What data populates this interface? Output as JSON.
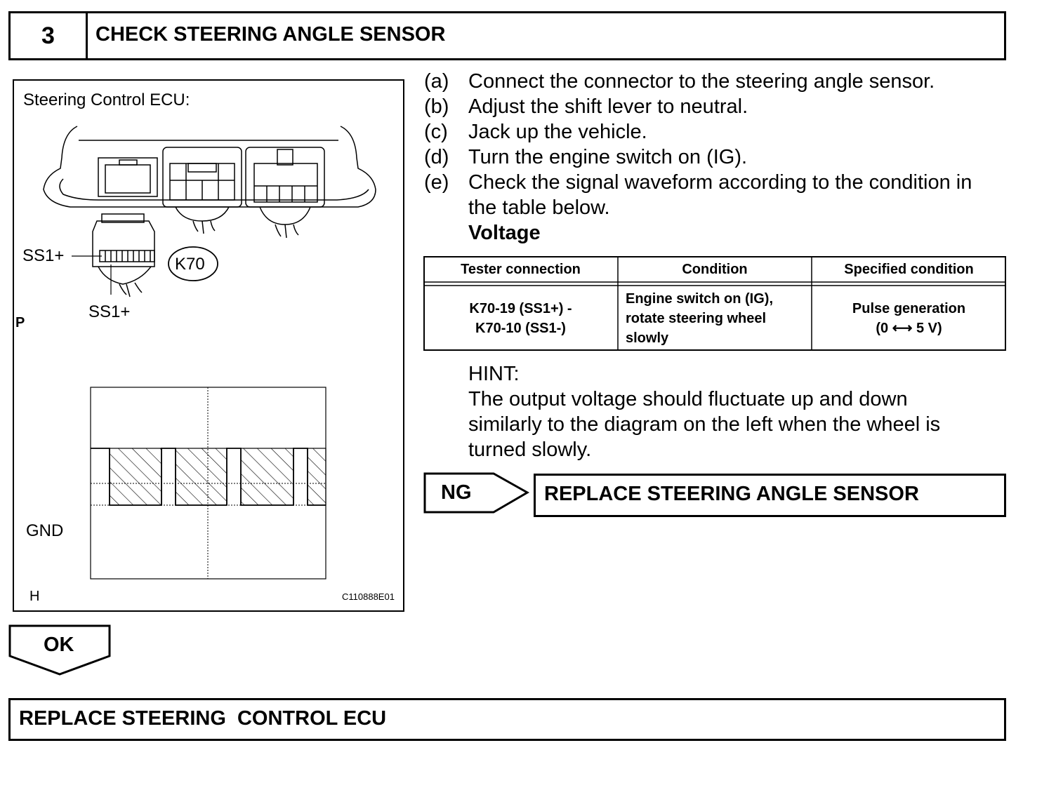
{
  "header": {
    "step_number": "3",
    "title": "CHECK STEERING ANGLE SENSOR"
  },
  "illustration": {
    "title": "Steering Control ECU:",
    "pin_label_top": "SS1+",
    "pin_label_bottom": "SS1+",
    "connector_id": "K70",
    "marker_p": "P",
    "gnd_label": "GND",
    "marker_h": "H",
    "figure_code": "C110888E01"
  },
  "steps": [
    {
      "letter": "(a)",
      "text": "Connect the connector to the steering angle sensor."
    },
    {
      "letter": "(b)",
      "text": "Adjust the shift lever to neutral."
    },
    {
      "letter": "(c)",
      "text": "Jack up the vehicle."
    },
    {
      "letter": "(d)",
      "text": "Turn the engine switch on (IG)."
    },
    {
      "letter": "(e)",
      "text": "Check the signal waveform according to the condition in",
      "text2": "the table below."
    }
  ],
  "table_heading": "Voltage",
  "table": {
    "headers": [
      "Tester connection",
      "Condition",
      "Specified condition"
    ],
    "row": {
      "tester_1": "K70-19 (SS1+) -",
      "tester_2": "K70-10 (SS1-)",
      "condition_1": "Engine switch on (IG),",
      "condition_2": "rotate steering wheel",
      "condition_3": "slowly",
      "spec_1": "Pulse generation",
      "spec_2": "(0 ⟷ 5 V)"
    }
  },
  "hint": {
    "label": "HINT:",
    "lines": [
      "The output voltage should fluctuate up and down",
      "similarly to the diagram on the left when the wheel is",
      "turned slowly."
    ]
  },
  "ng": {
    "label": "NG",
    "action": "REPLACE STEERING ANGLE SENSOR"
  },
  "ok": {
    "label": "OK"
  },
  "final_action": "REPLACE STEERING  CONTROL ECU"
}
